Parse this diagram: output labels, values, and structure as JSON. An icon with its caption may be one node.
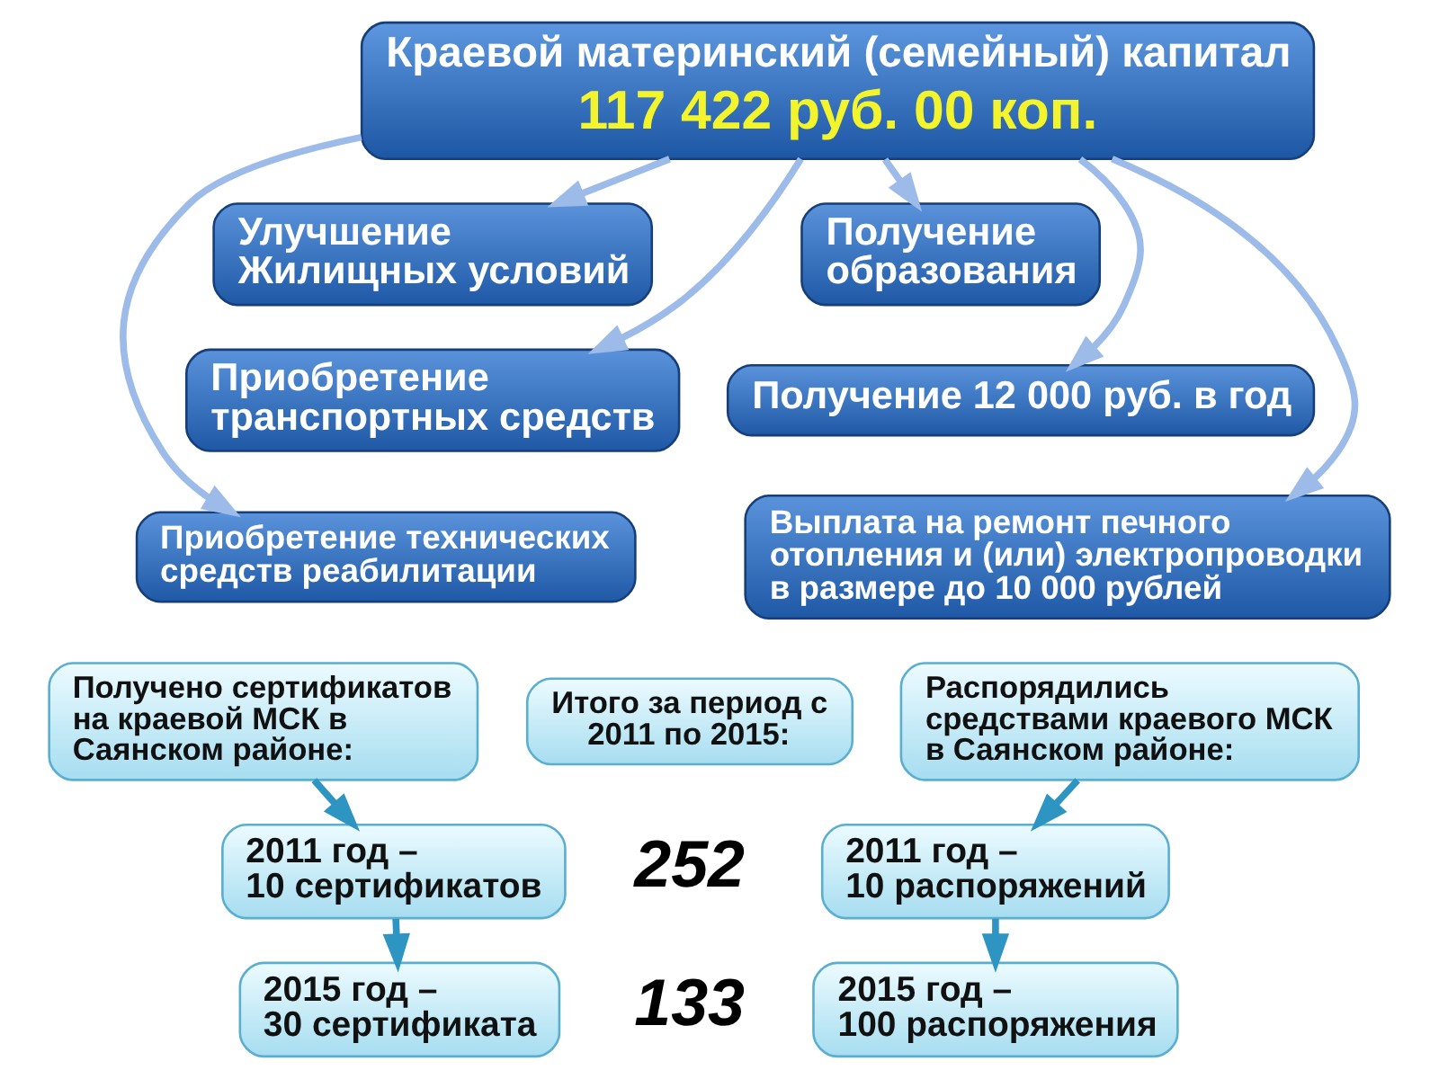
{
  "diagram": {
    "nodes": [
      {
        "text": [
          "Краевой материнский (семейный) капитал",
          "117 422 руб. 00 коп."
        ]
      },
      {
        "text": [
          "Улучшение Жилищных условий"
        ]
      },
      {
        "text": [
          "Получение образования"
        ]
      },
      {
        "text": [
          "Приобретение транспортных средств"
        ]
      },
      {
        "text": [
          "Получение 12 000 руб. в год"
        ]
      },
      {
        "text": [
          "Приобретение технических средств реабилитации"
        ]
      },
      {
        "text": [
          "Выплата на ремонт печного отопления и (или) электропроводки в размере до 10 000 рублей"
        ]
      },
      {
        "text": [
          "Получено сертификатов на краевой МСК в Саянском районе:"
        ]
      },
      {
        "text": [
          "Итого за период с 2011 по 2015:"
        ]
      },
      {
        "text": [
          "Распорядились средствами краевого МСК в Саянском районе:"
        ]
      },
      {
        "text": [
          "2011 год – 10 сертификатов"
        ]
      },
      {
        "text": [
          "2011 год – 10 распоряжений"
        ]
      },
      {
        "text": [
          "2015 год – 30 сертификата"
        ]
      },
      {
        "text": [
          "2015 год – 100 распоряжения"
        ]
      }
    ],
    "edges": [
      {
        "from": 0,
        "to": 1,
        "arrow": "to"
      },
      {
        "from": 0,
        "to": 3,
        "arrow": "to"
      },
      {
        "from": 0,
        "to": 5,
        "arrow": "to"
      },
      {
        "from": 0,
        "to": 6,
        "arrow": "to"
      },
      {
        "from": 0,
        "to": 4,
        "arrow": "to"
      },
      {
        "from": 0,
        "to": 2,
        "arrow": "to"
      },
      {
        "from": 7,
        "to": 10,
        "arrow": "to",
        "color": "#2e95c2"
      },
      {
        "from": 10,
        "to": 12,
        "arrow": "to",
        "color": "#2e95c2"
      },
      {
        "from": 9,
        "to": 11,
        "arrow": "to",
        "color": "#2e95c2"
      },
      {
        "from": 11,
        "to": 13,
        "arrow": "to",
        "color": "#2e95c2"
      }
    ],
    "labels": [
      "252",
      "133"
    ]
  }
}
